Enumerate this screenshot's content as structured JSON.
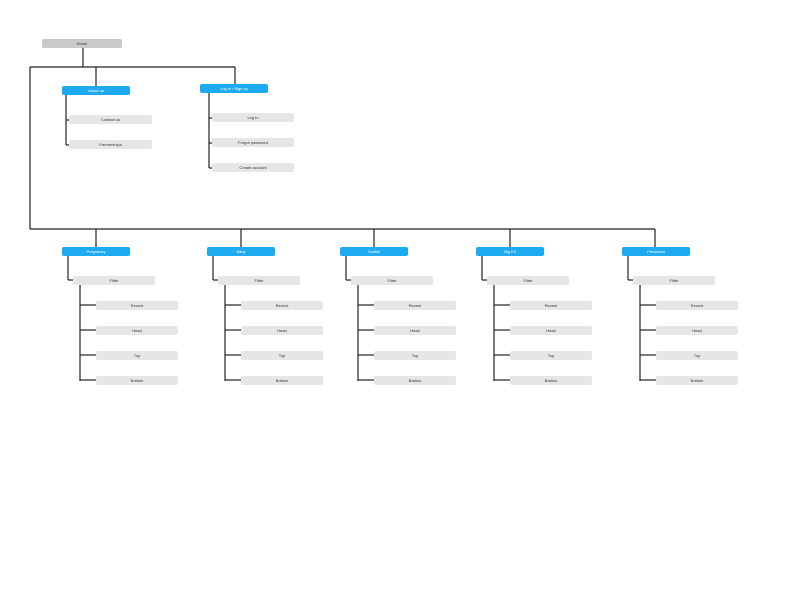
{
  "colors": {
    "root_fill": "#c9c9c9",
    "category_fill": "#1eaaf1",
    "leaf_fill": "#e6e6e6",
    "connector": "#222222"
  },
  "sitemap": {
    "root": {
      "label": "Home"
    },
    "info_sections": [
      {
        "label": "About us",
        "children": [
          "Contact us",
          "Partnerships"
        ]
      },
      {
        "label": "Log in / Sign up",
        "children": [
          "Log In",
          "Forgot password",
          "Create account"
        ]
      }
    ],
    "product_sections": [
      {
        "label": "Pregnancy",
        "filter": "Filter",
        "children": [
          "Recent",
          "Head",
          "Top",
          "Bottom"
        ]
      },
      {
        "label": "Baby",
        "filter": "Filter",
        "children": [
          "Recent",
          "Head",
          "Top",
          "Bottom"
        ]
      },
      {
        "label": "Toddler",
        "filter": "Filter",
        "children": [
          "Recent",
          "Head",
          "Top",
          "Bottom"
        ]
      },
      {
        "label": "Big Kit",
        "filter": "Filter",
        "children": [
          "Recent",
          "Head",
          "Top",
          "Bottom"
        ]
      },
      {
        "label": "Preschool",
        "filter": "Filter",
        "children": [
          "Recent",
          "Head",
          "Top",
          "Bottom"
        ]
      }
    ]
  }
}
